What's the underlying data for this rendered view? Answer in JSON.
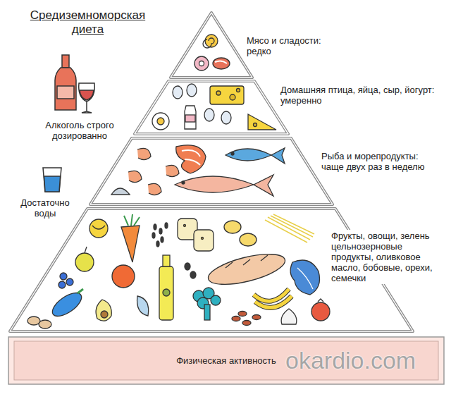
{
  "diagram": {
    "title": "Средиземноморская диета",
    "nodes": [
      {
        "text": [
          "Физическая активность"
        ]
      }
    ],
    "labels": [
      "Мясо и сладости: редко",
      "Домашняя птица, яйца, сыр, йогурт: умеренно",
      "Рыба и морепродукты: чаще двух раз в неделю",
      "Фрукты, овощи, зелень цельнозерновые продукты, оливковое масло, бобовые, орехи, семечки",
      "Алкоголь строго дозированно",
      "Достаточно воды",
      "okardio.com"
    ]
  }
}
